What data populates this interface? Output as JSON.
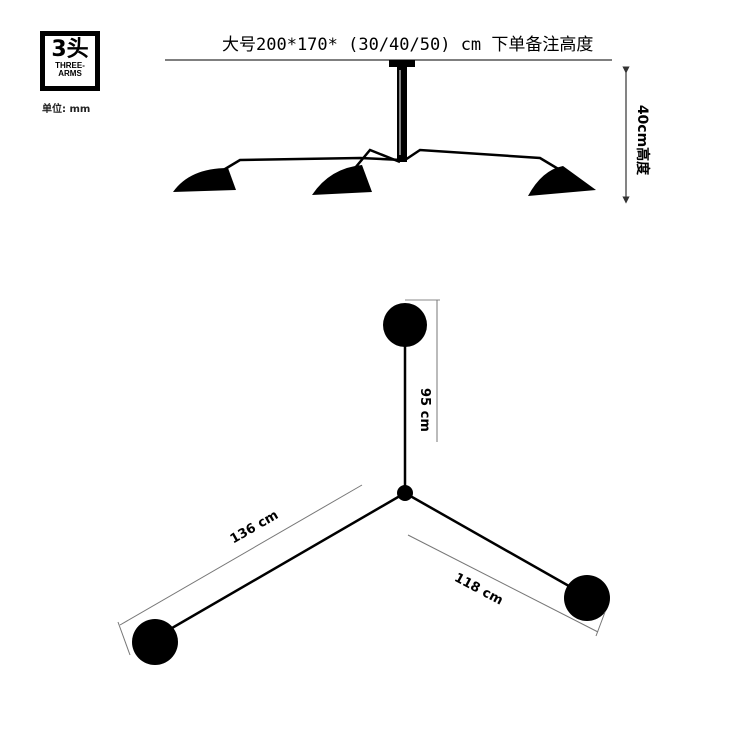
{
  "badge": {
    "heads": "3头",
    "line1": "THREE-",
    "line2": "ARMS"
  },
  "unit_label": "单位: mm",
  "title": "大号200*170* (30/40/50) cm 下单备注高度",
  "height_label": "40cm高度",
  "dimensions": {
    "top_arm": "95 cm",
    "left_arm": "136 cm",
    "right_arm": "118 cm"
  },
  "colors": {
    "lamp": "#000000",
    "line": "#555555"
  }
}
